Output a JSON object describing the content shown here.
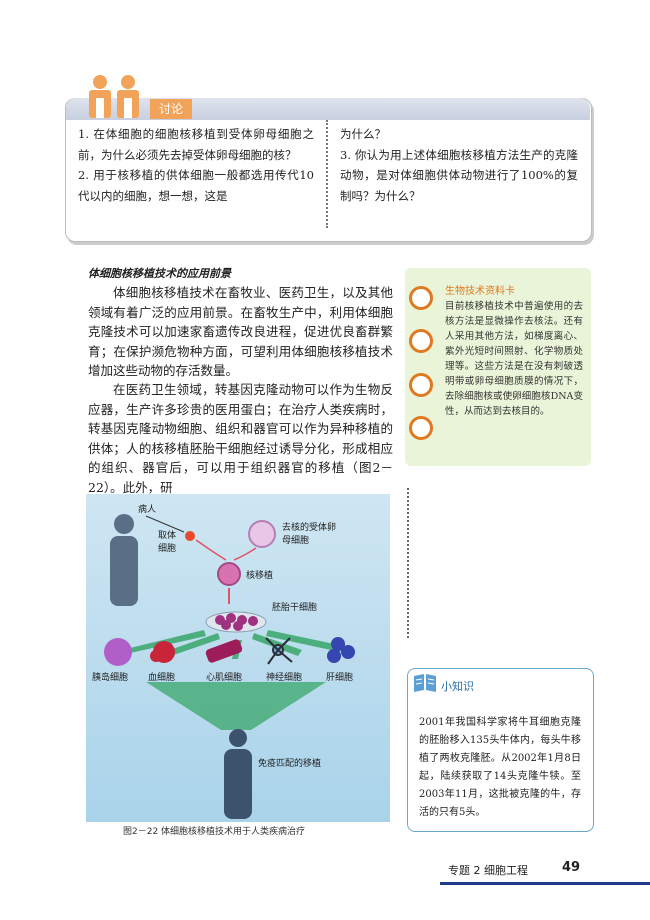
{
  "discussion": {
    "tag": "讨论",
    "left_text": "1. 在体细胞的细胞核移植到受体卵母细胞之前，为什么必须先去掉受体卵母细胞的核？\n2. 用于核移植的供体细胞一般都选用传代10代以内的细胞，想一想，这是",
    "right_text": "为什么？\n3. 你认为用上述体细胞核移植方法生产的克隆动物，是对体细胞供体动物进行了100%的复制吗？为什么？"
  },
  "section": {
    "title": "体细胞核移植技术的应用前景",
    "para1": "体细胞核移植技术在畜牧业、医药卫生，以及其他领域有着广泛的应用前景。在畜牧生产中，利用体细胞克隆技术可以加速家畜遗传改良进程，促进优良畜群繁育；在保护濒危物种方面，可望利用体细胞核移植技术增加这些动物的存活数量。",
    "para2": "在医药卫生领域，转基因克隆动物可以作为生物反应器，生产许多珍贵的医用蛋白；在治疗人类疾病时，转基因克隆动物细胞、组织和器官可以作为异种移植的供体；人的核移植胚胎干细胞经过诱导分化，形成相应的组织、器官后，可以用于组织器官的移植（图2－22）。此外，研"
  },
  "info_card": {
    "title": "生物技术资料卡",
    "text": "目前核移植技术中普遍使用的去核方法是显微操作去核法。还有人采用其他方法，如梯度离心、紫外光短时间照射、化学物质处理等。这些方法是在没有刺破透明带或卵母细胞质膜的情况下，去除细胞核或使卵细胞核DNA变性，从而达到去核目的。"
  },
  "figure": {
    "labels": {
      "patient": "病人",
      "take_cells": "取体细胞",
      "recipient": "去核的受体卵母细胞",
      "nuclear_transfer": "核移植",
      "embryonic_stem": "胚胎干细胞",
      "islet": "胰岛细胞",
      "blood": "血细胞",
      "heart": "心肌细胞",
      "nerve": "神经细胞",
      "liver": "肝细胞",
      "transplant": "免疫匹配的移植"
    },
    "caption": "图2－22   体细胞核移植技术用于人类疾病治疗"
  },
  "knowledge": {
    "title": "小知识",
    "text": "2001年我国科学家将牛耳细胞克隆的胚胎移入135头牛体内，每头牛移植了两枚克隆胚。从2002年1月8日起，陆续获取了14头克隆牛犊。至2003年11月，这批被克隆的牛，存活的只有5头。"
  },
  "footer": {
    "chapter": "专题 2  细胞工程",
    "page": "49"
  },
  "colors": {
    "accent_orange": "#e07a20",
    "card_green": "#e9f4d8",
    "footer_blue": "#1d3a8a"
  }
}
